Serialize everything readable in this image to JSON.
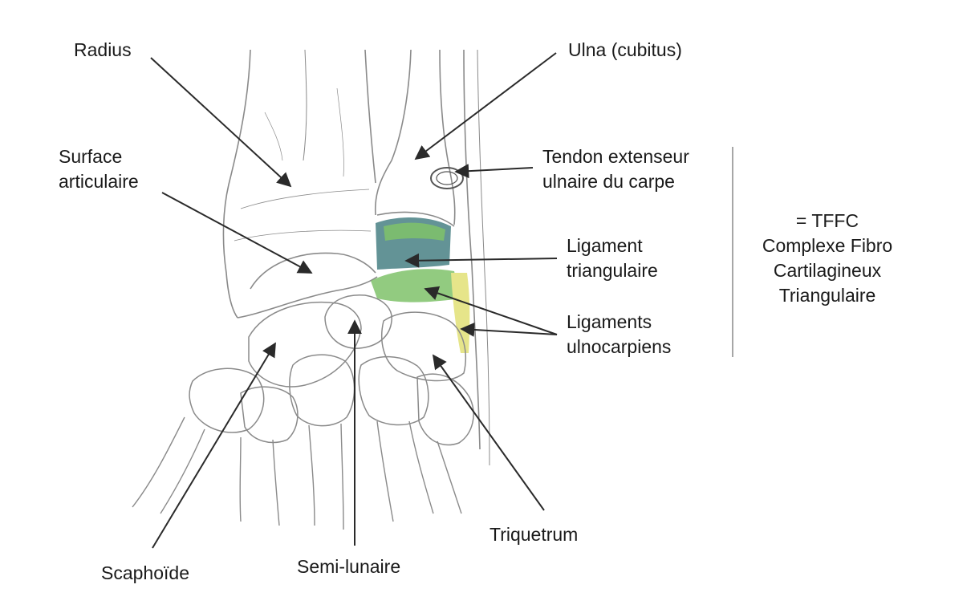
{
  "labels": {
    "radius": "Radius",
    "ulna": "Ulna (cubitus)",
    "surface_1": "Surface",
    "surface_2": "articulaire",
    "tendon_1": "Tendon extenseur",
    "tendon_2": "ulnaire du carpe",
    "ligament_tri_1": "Ligament",
    "ligament_tri_2": "triangulaire",
    "ligaments_ulno_1": "Ligaments",
    "ligaments_ulno_2": "ulnocarpiens",
    "tffc_1": "= TFFC",
    "tffc_2": "Complexe Fibro",
    "tffc_3": "Cartilagineux",
    "tffc_4": "Triangulaire",
    "triquetrum": "Triquetrum",
    "scaphoide": "Scaphoïde",
    "semi_lunaire": "Semi-lunaire"
  },
  "colors": {
    "ink": "#2a2a2a",
    "sketch": "#8a8a8a",
    "ligament_green": "#7fc26a",
    "ligament_teal": "#2f6f73",
    "ligament_yellow": "#e6e58a"
  }
}
